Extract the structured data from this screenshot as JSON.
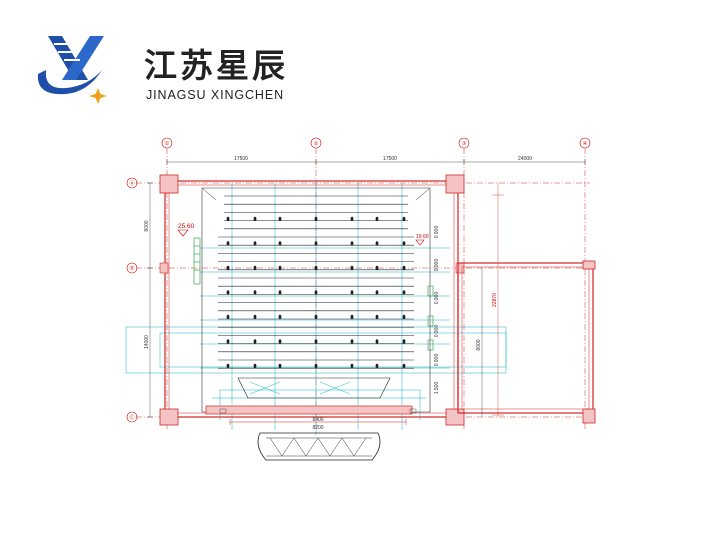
{
  "header": {
    "brand_cn": "江苏星辰",
    "brand_en": "JINAGSU XINGCHEN"
  },
  "drawing": {
    "dimensions": {
      "top_left": "17500",
      "top_mid": "17500",
      "top_right": "24000",
      "left_upper": "8000",
      "left_lower": "14000",
      "right_room": "22870",
      "right_mid": "8000",
      "stage_a": "8400",
      "stage_b": "8200"
    },
    "levels": {
      "left": "25.60",
      "right": "19.60"
    },
    "row_dims": [
      "0.900",
      "0.900",
      "0.900",
      "0.900",
      "0.900",
      "1.500"
    ],
    "axis_top": [
      "①",
      "②",
      "③",
      "④"
    ],
    "axis_left": [
      "Ⓐ",
      "Ⓑ",
      "Ⓒ"
    ]
  },
  "colors": {
    "brand_blue": "#1f4fa8",
    "accent_orange": "#f0a01c",
    "wall_red": "#d22525",
    "cad_cyan": "#19b5c8"
  }
}
